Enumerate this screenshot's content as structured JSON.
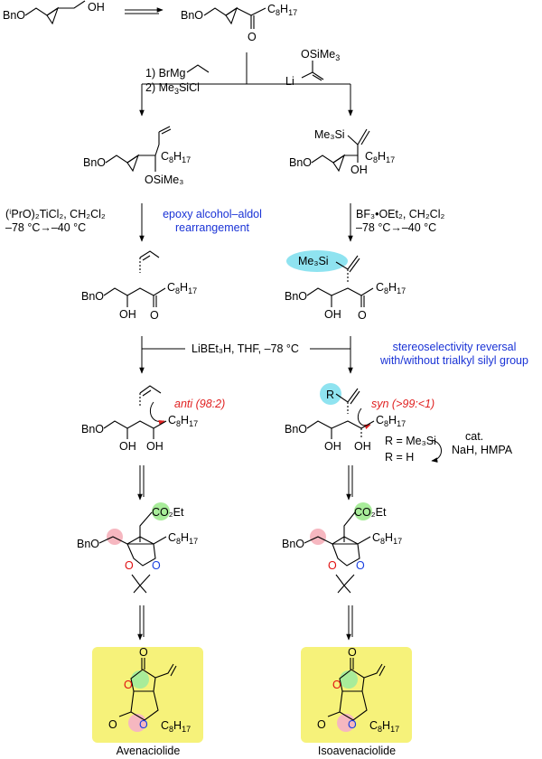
{
  "top": {
    "start_label": "BnO",
    "start_oh": "OH",
    "product_label": "BnO",
    "product_o": "O",
    "chain": "C",
    "chain_sub": "8",
    "chain_h": "H",
    "chain_sub2": "17"
  },
  "reagents": {
    "left_step1": "1) BrMg",
    "left_step2": "2) Me",
    "left_step2_sub": "3",
    "left_step2_tail": "SiCl",
    "right_li": "Li",
    "right_osime3": "OSiMe",
    "right_osime3_sub": "3",
    "lewis_left_1": "(ⁱPrO)₂TiCl₂, CH₂Cl₂",
    "lewis_left_2": "–78 °C→–40 °C",
    "lewis_right_1": "BF₃•OEt₂, CH₂Cl₂",
    "lewis_right_2": "–78 °C→–40 °C",
    "reduction": "LiBEt₃H, THF, –78 °C",
    "desilylation_cat": "cat.",
    "desilylation_reagent": "NaH, HMPA"
  },
  "annotations": {
    "rearrangement_1": "epoxy alcohol–aldol",
    "rearrangement_2": "rearrangement",
    "reversal_1": "stereoselectivity reversal",
    "reversal_2": "with/without trialkyl silyl group",
    "anti": "anti (98:2)",
    "syn": "syn (>99:<1)"
  },
  "structures": {
    "bno": "BnO",
    "osime3": "OSiMe₃",
    "me3si": "Me₃Si",
    "oh": "OH",
    "o": "O",
    "r": "R",
    "co2et": "CO₂Et",
    "r_eq_tms": "R = Me₃Si",
    "r_eq_h": "R = H"
  },
  "products": {
    "left": "Avenaciolide",
    "right": "Isoavenaciolide"
  },
  "colors": {
    "blue_text": "#1a33d6",
    "red_text": "#e02020",
    "highlight_yellow": "#f6f27a",
    "highlight_cyan": "#8fe3f0",
    "highlight_green": "#a8ec9a",
    "highlight_pink": "#f6b7c0",
    "oxygen_red": "#e01010",
    "oxygen_blue": "#1a40e0"
  }
}
